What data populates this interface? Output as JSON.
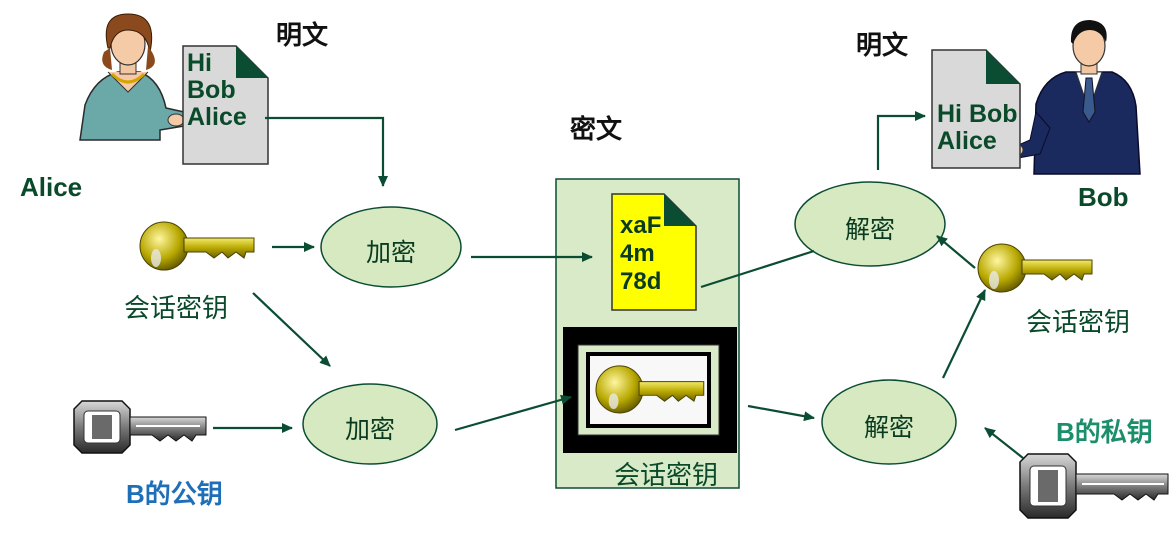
{
  "labels": {
    "plaintext_left": "明文",
    "plaintext_right": "明文",
    "ciphertext": "密文",
    "alice": "Alice",
    "bob": "Bob",
    "session_key_left": "会话密钥",
    "session_key_right": "会话密钥",
    "session_key_box": "会话密钥",
    "b_public_key_b": "B",
    "b_public_key_rest": "的公钥",
    "b_private_key_b": "B",
    "b_private_key_rest": "的私钥"
  },
  "documents": {
    "alice_message": "Hi\nBob\nAlice",
    "bob_message": "Hi Bob\nAlice",
    "cipher_text": "xaF\n4m\n78d"
  },
  "operations": {
    "encrypt_1": "加密",
    "encrypt_2": "加密",
    "decrypt_1": "解密",
    "decrypt_2": "解密"
  },
  "colors": {
    "ellipse_fill": "#d6e9c0",
    "box_fill": "#d9eac8",
    "arrow": "#0b4d33",
    "cipher_doc": "#ffff00",
    "plain_doc": "#d9d9d9",
    "key_gold": "#b8a800",
    "public_key_label": "#1f6fb8",
    "private_key_label": "#1c8f6a"
  }
}
